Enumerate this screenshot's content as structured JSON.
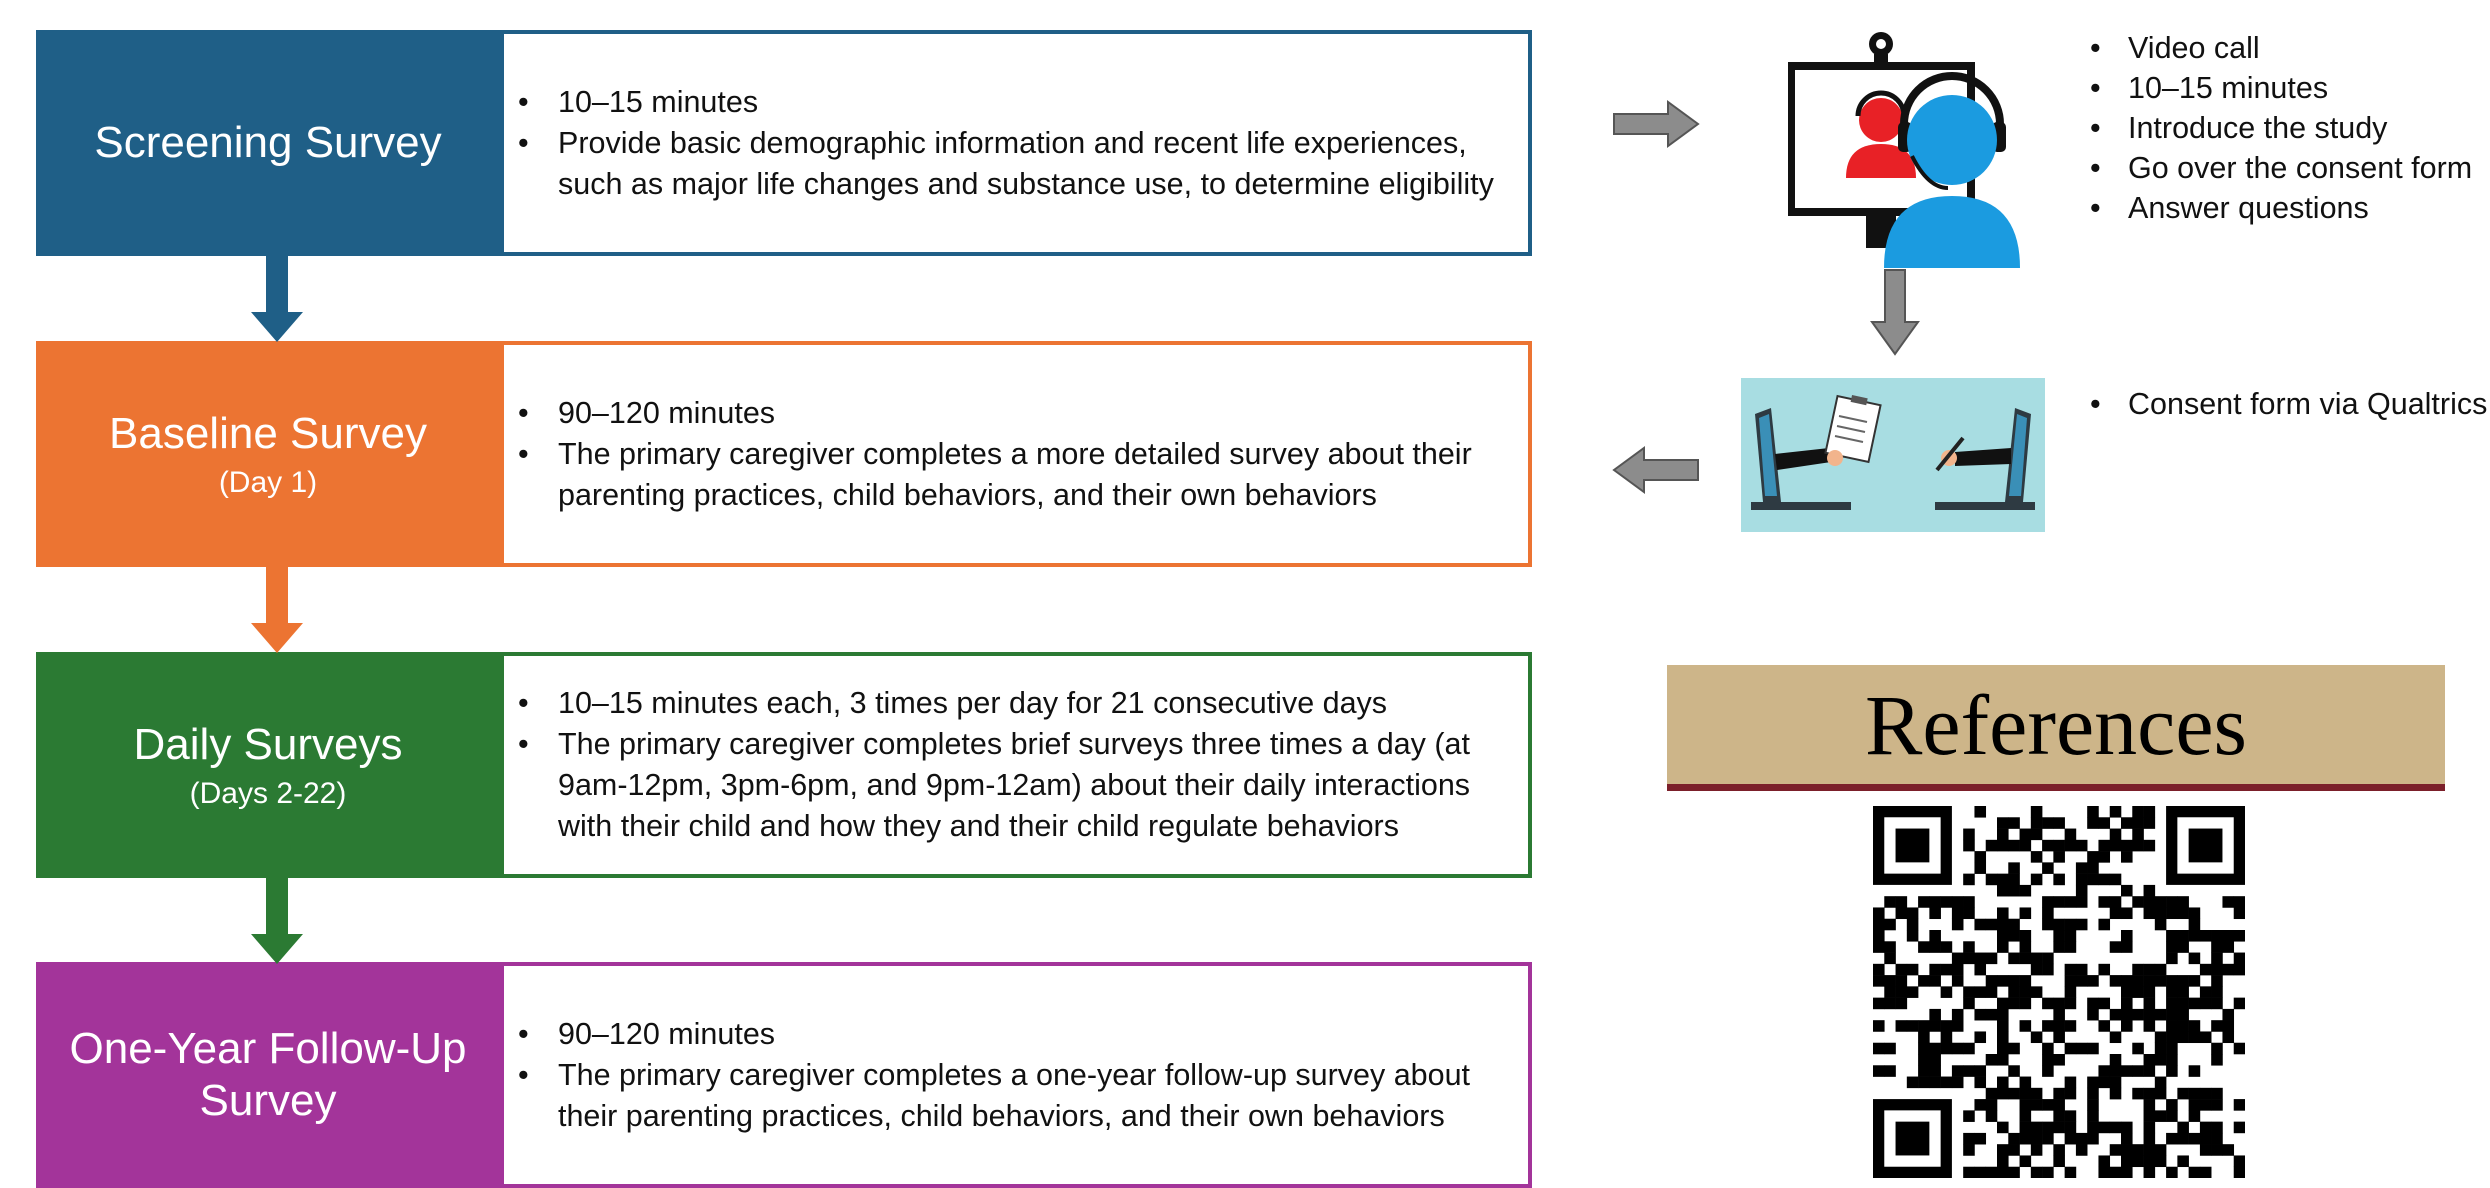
{
  "stages": [
    {
      "title": "Screening Survey",
      "subtitle": "",
      "bullets": [
        "10–15 minutes",
        "Provide basic demographic information and recent life experiences, such as major life changes and substance use, to determine eligibility"
      ],
      "color": "#1f5f87"
    },
    {
      "title": "Baseline Survey",
      "subtitle": "(Day 1)",
      "bullets": [
        "90–120 minutes",
        "The primary caregiver completes a more detailed survey about their parenting practices, child behaviors, and their own behaviors"
      ],
      "color": "#ec7432"
    },
    {
      "title": "Daily Surveys",
      "subtitle": "(Days 2-22)",
      "bullets": [
        "10–15 minutes each, 3 times per day for 21 consecutive days",
        "The primary caregiver completes brief surveys three times a day (at 9am-12pm, 3pm-6pm, and 9pm-12am) about their daily interactions with their child and how they and their child regulate behaviors"
      ],
      "color": "#2b7a33"
    },
    {
      "title_line1": "One-Year Follow-Up",
      "title_line2": "Survey",
      "bullets": [
        "90–120 minutes",
        "The primary caregiver completes a one-year follow-up survey about their parenting practices, child behaviors, and their own behaviors"
      ],
      "color": "#a3349a"
    }
  ],
  "video_call": {
    "icon": "video-call-icon",
    "bullets": [
      "Video call",
      "10–15 minutes",
      "Introduce the study",
      "Go over the consent form",
      "Answer questions"
    ]
  },
  "consent": {
    "icon": "online-consent-icon",
    "bullets": [
      "Consent form via Qualtrics"
    ]
  },
  "references": {
    "title": "References",
    "qr_icon": "qr-code-icon",
    "banner_color": "#cdb589",
    "underline_color": "#7b1f2a"
  },
  "arrow_color": "#808080"
}
